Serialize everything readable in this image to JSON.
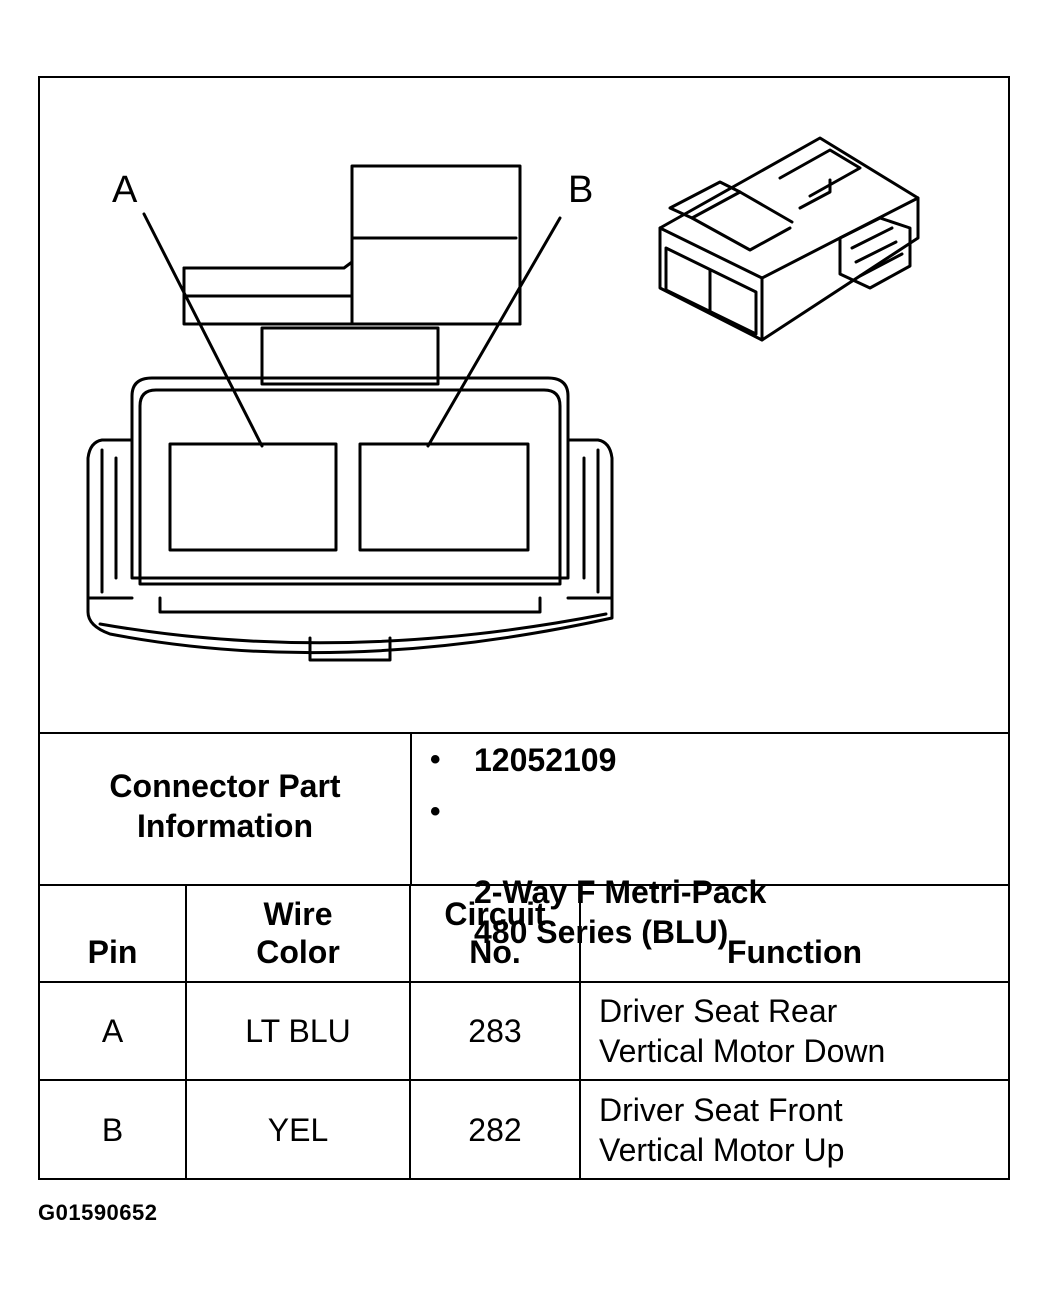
{
  "diagram": {
    "pin_labels": [
      "A",
      "B"
    ]
  },
  "connector_info": {
    "label": "Connector Part\nInformation",
    "items": [
      "12052109",
      "2-Way F Metri-Pack\n480 Series (BLU)"
    ],
    "bullet": "•"
  },
  "pin_table": {
    "headers": [
      "Pin",
      "Wire\nColor",
      "Circuit\nNo.",
      "Function"
    ],
    "rows": [
      {
        "pin": "A",
        "wire_color": "LT BLU",
        "circuit": "283",
        "function": "Driver Seat Rear\nVertical Motor Down"
      },
      {
        "pin": "B",
        "wire_color": "YEL",
        "circuit": "282",
        "function": "Driver Seat Front\nVertical Motor Up"
      }
    ]
  },
  "footer": {
    "code": "G01590652"
  }
}
